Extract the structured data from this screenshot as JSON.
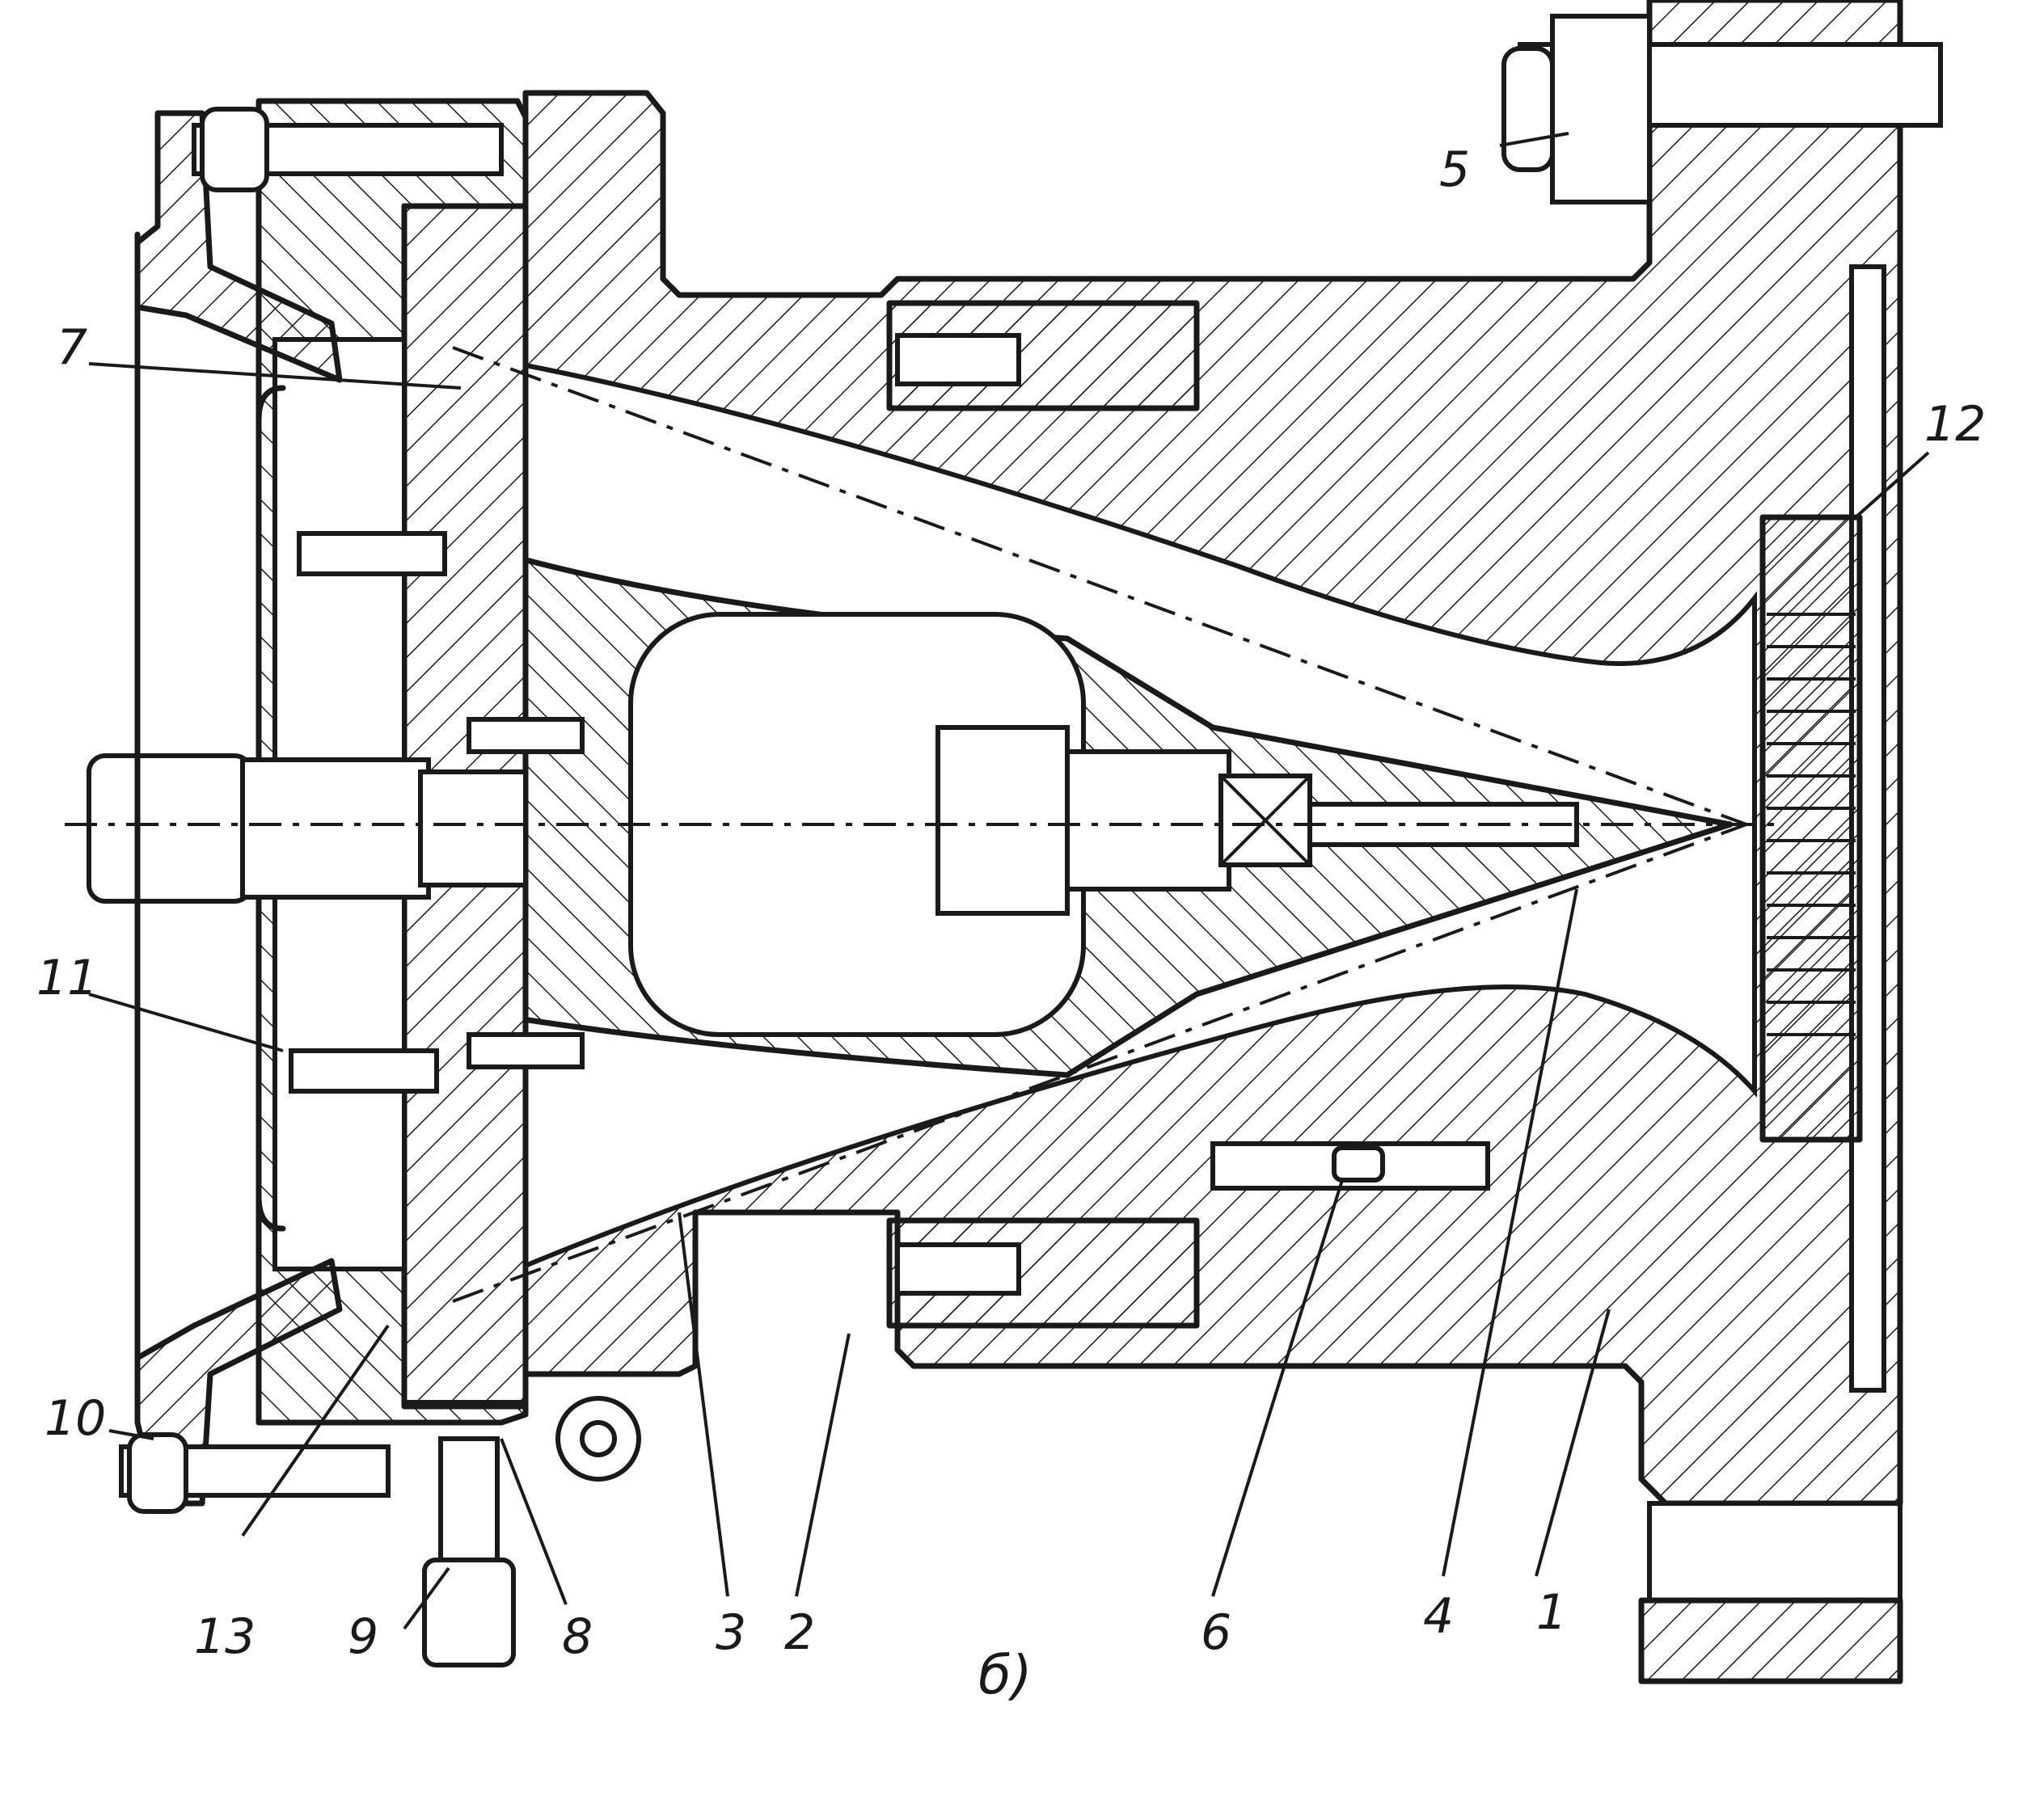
{
  "figure": {
    "caption": "б)",
    "callouts": [
      {
        "id": "c1",
        "text": "1"
      },
      {
        "id": "c2",
        "text": "2"
      },
      {
        "id": "c3",
        "text": "3"
      },
      {
        "id": "c4",
        "text": "4"
      },
      {
        "id": "c5",
        "text": "5"
      },
      {
        "id": "c6",
        "text": "6"
      },
      {
        "id": "c7",
        "text": "7"
      },
      {
        "id": "c8",
        "text": "8"
      },
      {
        "id": "c9",
        "text": "9"
      },
      {
        "id": "c10",
        "text": "10"
      },
      {
        "id": "c11",
        "text": "11"
      },
      {
        "id": "c12",
        "text": "12"
      },
      {
        "id": "c13",
        "text": "13"
      }
    ]
  },
  "colors": {
    "ink": "#1a1a1a",
    "paper": "#ffffff"
  }
}
